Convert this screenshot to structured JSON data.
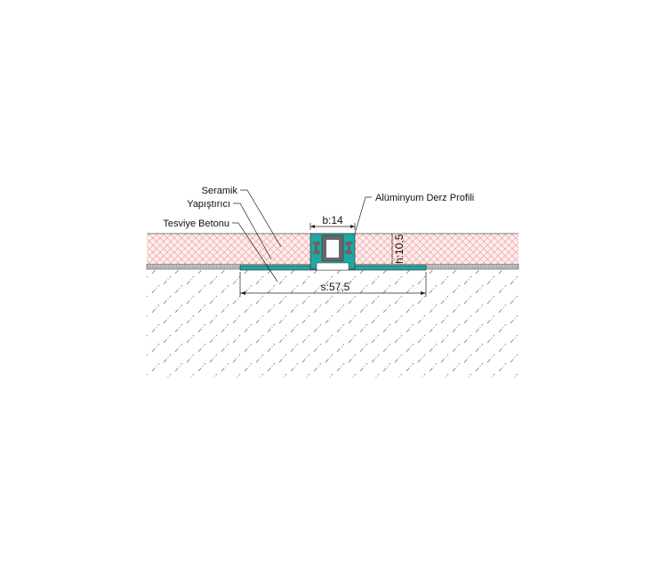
{
  "labels": {
    "ceramic": "Seramik",
    "adhesive": "Yapıştırıcı",
    "screed": "Tesviye Betonu",
    "profile": "Alüminyum Derz Profili"
  },
  "dimensions": {
    "width": "b:14",
    "height": "h:10,5",
    "flange": "s:57,5"
  },
  "colors": {
    "ceramic_hatch": "#f2a0a0",
    "profile": "#1fa7a3",
    "insert": "#666666",
    "concrete_hatch": "#777777"
  }
}
